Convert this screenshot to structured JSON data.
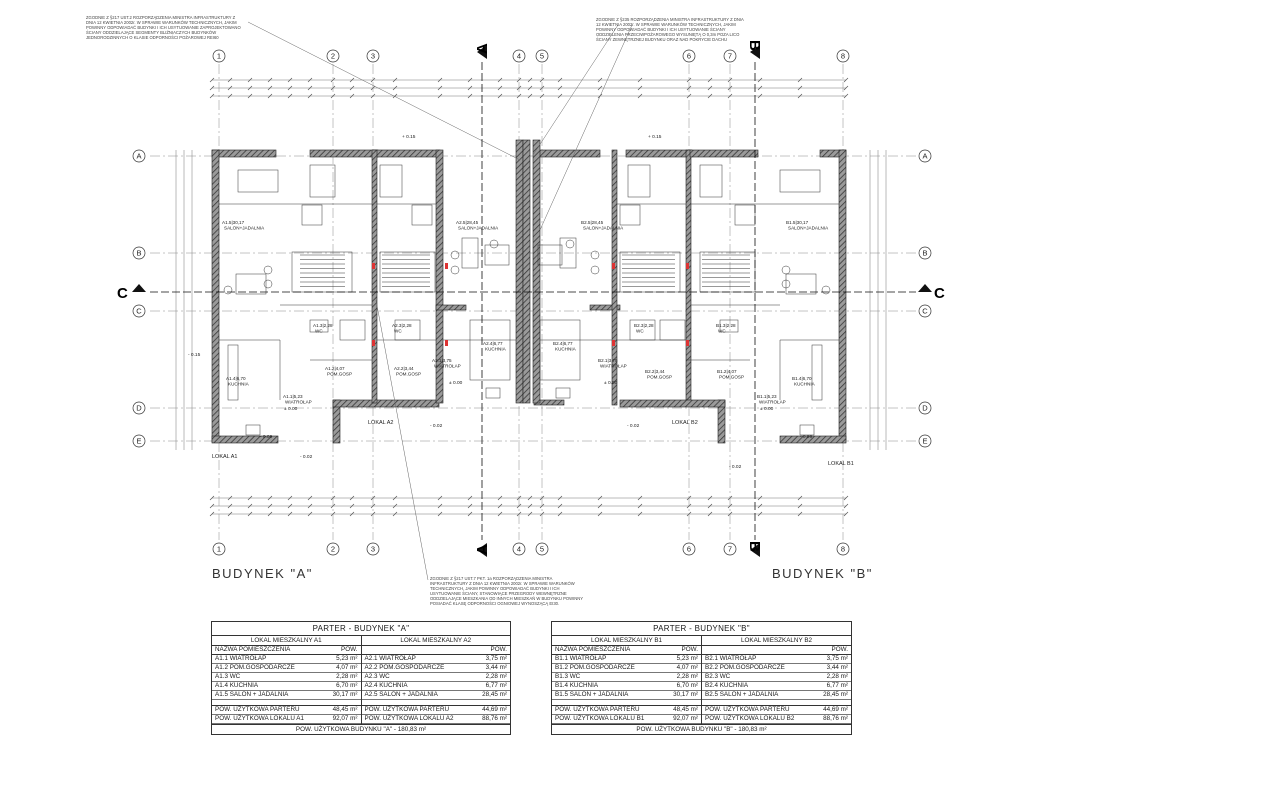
{
  "grid_axes": {
    "columns": [
      "1",
      "2",
      "3",
      "4",
      "5",
      "6",
      "7",
      "8"
    ],
    "rows": [
      "A",
      "B",
      "C",
      "D",
      "E"
    ]
  },
  "section_marks": {
    "A": "A",
    "B": "B",
    "C": "C"
  },
  "buildings": {
    "a": "BUDYNEK \"A\"",
    "b": "BUDYNEK \"B\""
  },
  "units": {
    "a1": "LOKAL A1",
    "a2": "LOKAL A2",
    "b2": "LOKAL B2",
    "b1": "LOKAL B1"
  },
  "levels": {
    "plus015": "+ 0.15",
    "minus015": "- 0.15",
    "zero": "± 0.00",
    "minus002": "- 0.02",
    "minus009": "- 0.09"
  },
  "rooms": [
    {
      "id": "a15",
      "code": "A1.5|30,17",
      "name": "SALON+JADALNIA"
    },
    {
      "id": "a25",
      "code": "A2.5|28,45",
      "name": "SALON+JADALNIA"
    },
    {
      "id": "b25",
      "code": "B2.5|28,45",
      "name": "SALON+JADALNIA"
    },
    {
      "id": "b15",
      "code": "B1.5|30,17",
      "name": "SALON+JADALNIA"
    },
    {
      "id": "a13",
      "code": "A1.3|2,28",
      "name": "WC"
    },
    {
      "id": "a23",
      "code": "A2.3|2,28",
      "name": "WC"
    },
    {
      "id": "b23",
      "code": "B2.3|2,28",
      "name": "WC"
    },
    {
      "id": "b13",
      "code": "B1.3|2,28",
      "name": "WC"
    },
    {
      "id": "a24",
      "code": "A2.4|6,77",
      "name": "KUCHNIA"
    },
    {
      "id": "b24",
      "code": "B2.4|6,77",
      "name": "KUCHNIA"
    },
    {
      "id": "a21",
      "code": "A2.1|3,75",
      "name": "WIATROŁAP"
    },
    {
      "id": "b21",
      "code": "B2.1|3,75",
      "name": "WIATROŁAP"
    },
    {
      "id": "a12",
      "code": "A1.2|4,07",
      "name": "POM.GOSP"
    },
    {
      "id": "a22",
      "code": "A2.2|3,44",
      "name": "POM.GOSP"
    },
    {
      "id": "b22",
      "code": "B2.2|3,44",
      "name": "POM.GOSP"
    },
    {
      "id": "b12",
      "code": "B1.2|4,07",
      "name": "POM.GOSP"
    },
    {
      "id": "a14",
      "code": "A1.4|6,70",
      "name": "KUCHNIA"
    },
    {
      "id": "b14",
      "code": "B1.4|6,70",
      "name": "KUCHNIA"
    },
    {
      "id": "a11",
      "code": "A1.1|5,23",
      "name": "WIATROŁAP"
    },
    {
      "id": "b11",
      "code": "B1.1|5,23",
      "name": "WIATROŁAP"
    }
  ],
  "notes": {
    "n1": "ZGODNIE Z §217 UST.2 ROZPORZĄDZENIA MINISTRA INFRASTRUKTURY Z DNIA 12 KWIETNIA 2002r. W SPRAWIE WARUNKÓW TECHNICZNYCH, JAKIM POWINNY ODPOWIADAĆ BUDYNKI I ICH USYTUOWANIE ZAPROJEKTOWANO ŚCIANY ODDZIELAJĄCE SEGMENTY BLIŹNIACZYCH BUDYNKÓW JEDNORODZINNYCH O KLASIE ODPORNOŚCI POŻAROWEJ REI60",
    "n2": "ZGODNIE Z §235 ROZPORZĄDZENIA MINISTRA INFRASTRUKTURY Z DNIA 12 KWIETNIA 2002r. W SPRAWIE WARUNKÓW TECHNICZNYCH, JAKIM POWINNY ODPOWIADAĆ BUDYNKI I ICH USYTUOWANIE ŚCIANY ODDZIELENIA PRZECIWPOŻAROWEGO WYSUNIĘTĄ O 0,3m POZA LICO ŚCIANY ZEWNĘTRZNEJ BUDYNKU ORAZ NAD POKRYCIE DACHU",
    "n3": "ZGODNIE Z §217 UST.7 PKT. 1a ROZPORZĄDZENIA MINISTRA INFRASTRUKTURY Z DNIA 12 KWIETNIA 2002r. W SPRAWIE WARUNKÓW TECHNICZNYCH, JAKIM POWINNY ODPOWIADAĆ BUDYNKI I ICH USYTUOWANIE ŚCIANY, STANOWIĄCE PRZEGRODY WEWNĘTRZNE ODDZIELAJĄCE MIESZKANIA OD INNYCH MIESZKAŃ W BUDYNKU POWINNY POSIADAĆ KLASĘ ODPORNOŚCI OGNIOWEJ WYNOSZĄCĄ EI30."
  },
  "table_a": {
    "title": "PARTER - BUDYNEK \"A\"",
    "left": {
      "subtitle": "LOKAL MIESZKALNY A1",
      "header": {
        "name": "NAZWA POMIESZCZENIA",
        "area": "POW."
      },
      "rows": [
        {
          "name": "A1.1  WIATROŁAP",
          "area": "5,23 m²"
        },
        {
          "name": "A1.2  POM.GOSPODARCZE",
          "area": "4,07 m²"
        },
        {
          "name": "A1.3  WC",
          "area": "2,28 m²"
        },
        {
          "name": "A1.4  KUCHNIA",
          "area": "6,70 m²"
        },
        {
          "name": "A1.5  SALON + JADALNIA",
          "area": "30,17 m²"
        }
      ],
      "totals": [
        {
          "name": "POW. UŻYTKOWA PARTERU",
          "area": "48,45 m²"
        },
        {
          "name": "POW. UŻYTKOWA LOKALU A1",
          "area": "92,07 m²"
        }
      ]
    },
    "right": {
      "subtitle": "LOKAL MIESZKALNY A2",
      "header": {
        "name": "",
        "area": "POW."
      },
      "rows": [
        {
          "name": "A2.1  WIATROŁAP",
          "area": "3,75 m²"
        },
        {
          "name": "A2.2  POM.GOSPODARCZE",
          "area": "3,44 m²"
        },
        {
          "name": "A2.3  WC",
          "area": "2,28 m²"
        },
        {
          "name": "A2.4  KUCHNIA",
          "area": "6,77 m²"
        },
        {
          "name": "A2.5  SALON + JADALNIA",
          "area": "28,45 m²"
        }
      ],
      "totals": [
        {
          "name": "POW. UŻYTKOWA PARTERU",
          "area": "44,69 m²"
        },
        {
          "name": "POW. UŻYTKOWA LOKALU A2",
          "area": "88,76 m²"
        }
      ]
    },
    "footer": "POW. UŻYTKOWA BUDYNKU \"A\"  -  180,83 m²"
  },
  "table_b": {
    "title": "PARTER - BUDYNEK \"B\"",
    "left": {
      "subtitle": "LOKAL MIESZKALNY B1",
      "header": {
        "name": "NAZWA POMIESZCZENIA",
        "area": "POW."
      },
      "rows": [
        {
          "name": "B1.1  WIATROŁAP",
          "area": "5,23 m²"
        },
        {
          "name": "B1.2  POM.GOSPODARCZE",
          "area": "4,07 m²"
        },
        {
          "name": "B1.3  WC",
          "area": "2,28 m²"
        },
        {
          "name": "B1.4  KUCHNIA",
          "area": "6,70 m²"
        },
        {
          "name": "B1.5  SALON + JADALNIA",
          "area": "30,17 m²"
        }
      ],
      "totals": [
        {
          "name": "POW. UŻYTKOWA PARTERU",
          "area": "48,45 m²"
        },
        {
          "name": "POW. UŻYTKOWA LOKALU B1",
          "area": "92,07 m²"
        }
      ]
    },
    "right": {
      "subtitle": "LOKAL MIESZKALNY B2",
      "header": {
        "name": "",
        "area": "POW."
      },
      "rows": [
        {
          "name": "B2.1  WIATROŁAP",
          "area": "3,75 m²"
        },
        {
          "name": "B2.2  POM.GOSPODARCZE",
          "area": "3,44 m²"
        },
        {
          "name": "B2.3  WC",
          "area": "2,28 m²"
        },
        {
          "name": "B2.4  KUCHNIA",
          "area": "6,77 m²"
        },
        {
          "name": "B2.5  SALON + JADALNIA",
          "area": "28,45 m²"
        }
      ],
      "totals": [
        {
          "name": "POW. UŻYTKOWA PARTERU",
          "area": "44,69 m²"
        },
        {
          "name": "POW. UŻYTKOWA LOKALU B2",
          "area": "88,76 m²"
        }
      ]
    },
    "footer": "POW. UŻYTKOWA BUDYNKU \"B\"  -  180,83 m²"
  }
}
